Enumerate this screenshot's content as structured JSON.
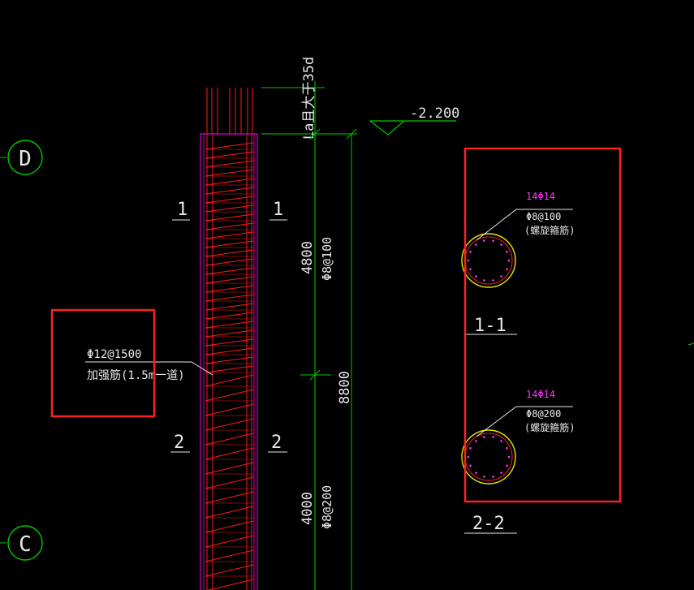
{
  "grid_axes": {
    "top": "D",
    "bottom": "C"
  },
  "elevation": {
    "value": "-2.200"
  },
  "anchorage": {
    "text": "La且大于35d"
  },
  "dimensions": {
    "upper_length": "4800",
    "upper_stirrup": "Φ8@100",
    "lower_length": "4000",
    "lower_stirrup": "Φ8@200",
    "total_length": "8800"
  },
  "section_marks": {
    "mark_1": "1",
    "mark_2": "2"
  },
  "reinforcement_callout": {
    "line1": "Φ12@1500",
    "line2": "加强筋(1.5m一道)"
  },
  "section_1": {
    "longitudinal": "14Φ14",
    "stirrup": "Φ8@100",
    "stirrup_type": "(螺旋箍筋)",
    "title": "1-1"
  },
  "section_2": {
    "longitudinal": "14Φ14",
    "stirrup": "Φ8@200",
    "stirrup_type": "(螺旋箍筋)",
    "title": "2-2"
  },
  "colors": {
    "background": "#000000",
    "pile_outline": "#c800c8",
    "rebar": "#ff1a1a",
    "dimension": "#00c800",
    "text": "#e8e8e8",
    "magenta_text": "#ff33ff",
    "section_ring": "#e6e600",
    "highlight_box": "#ff2020"
  }
}
